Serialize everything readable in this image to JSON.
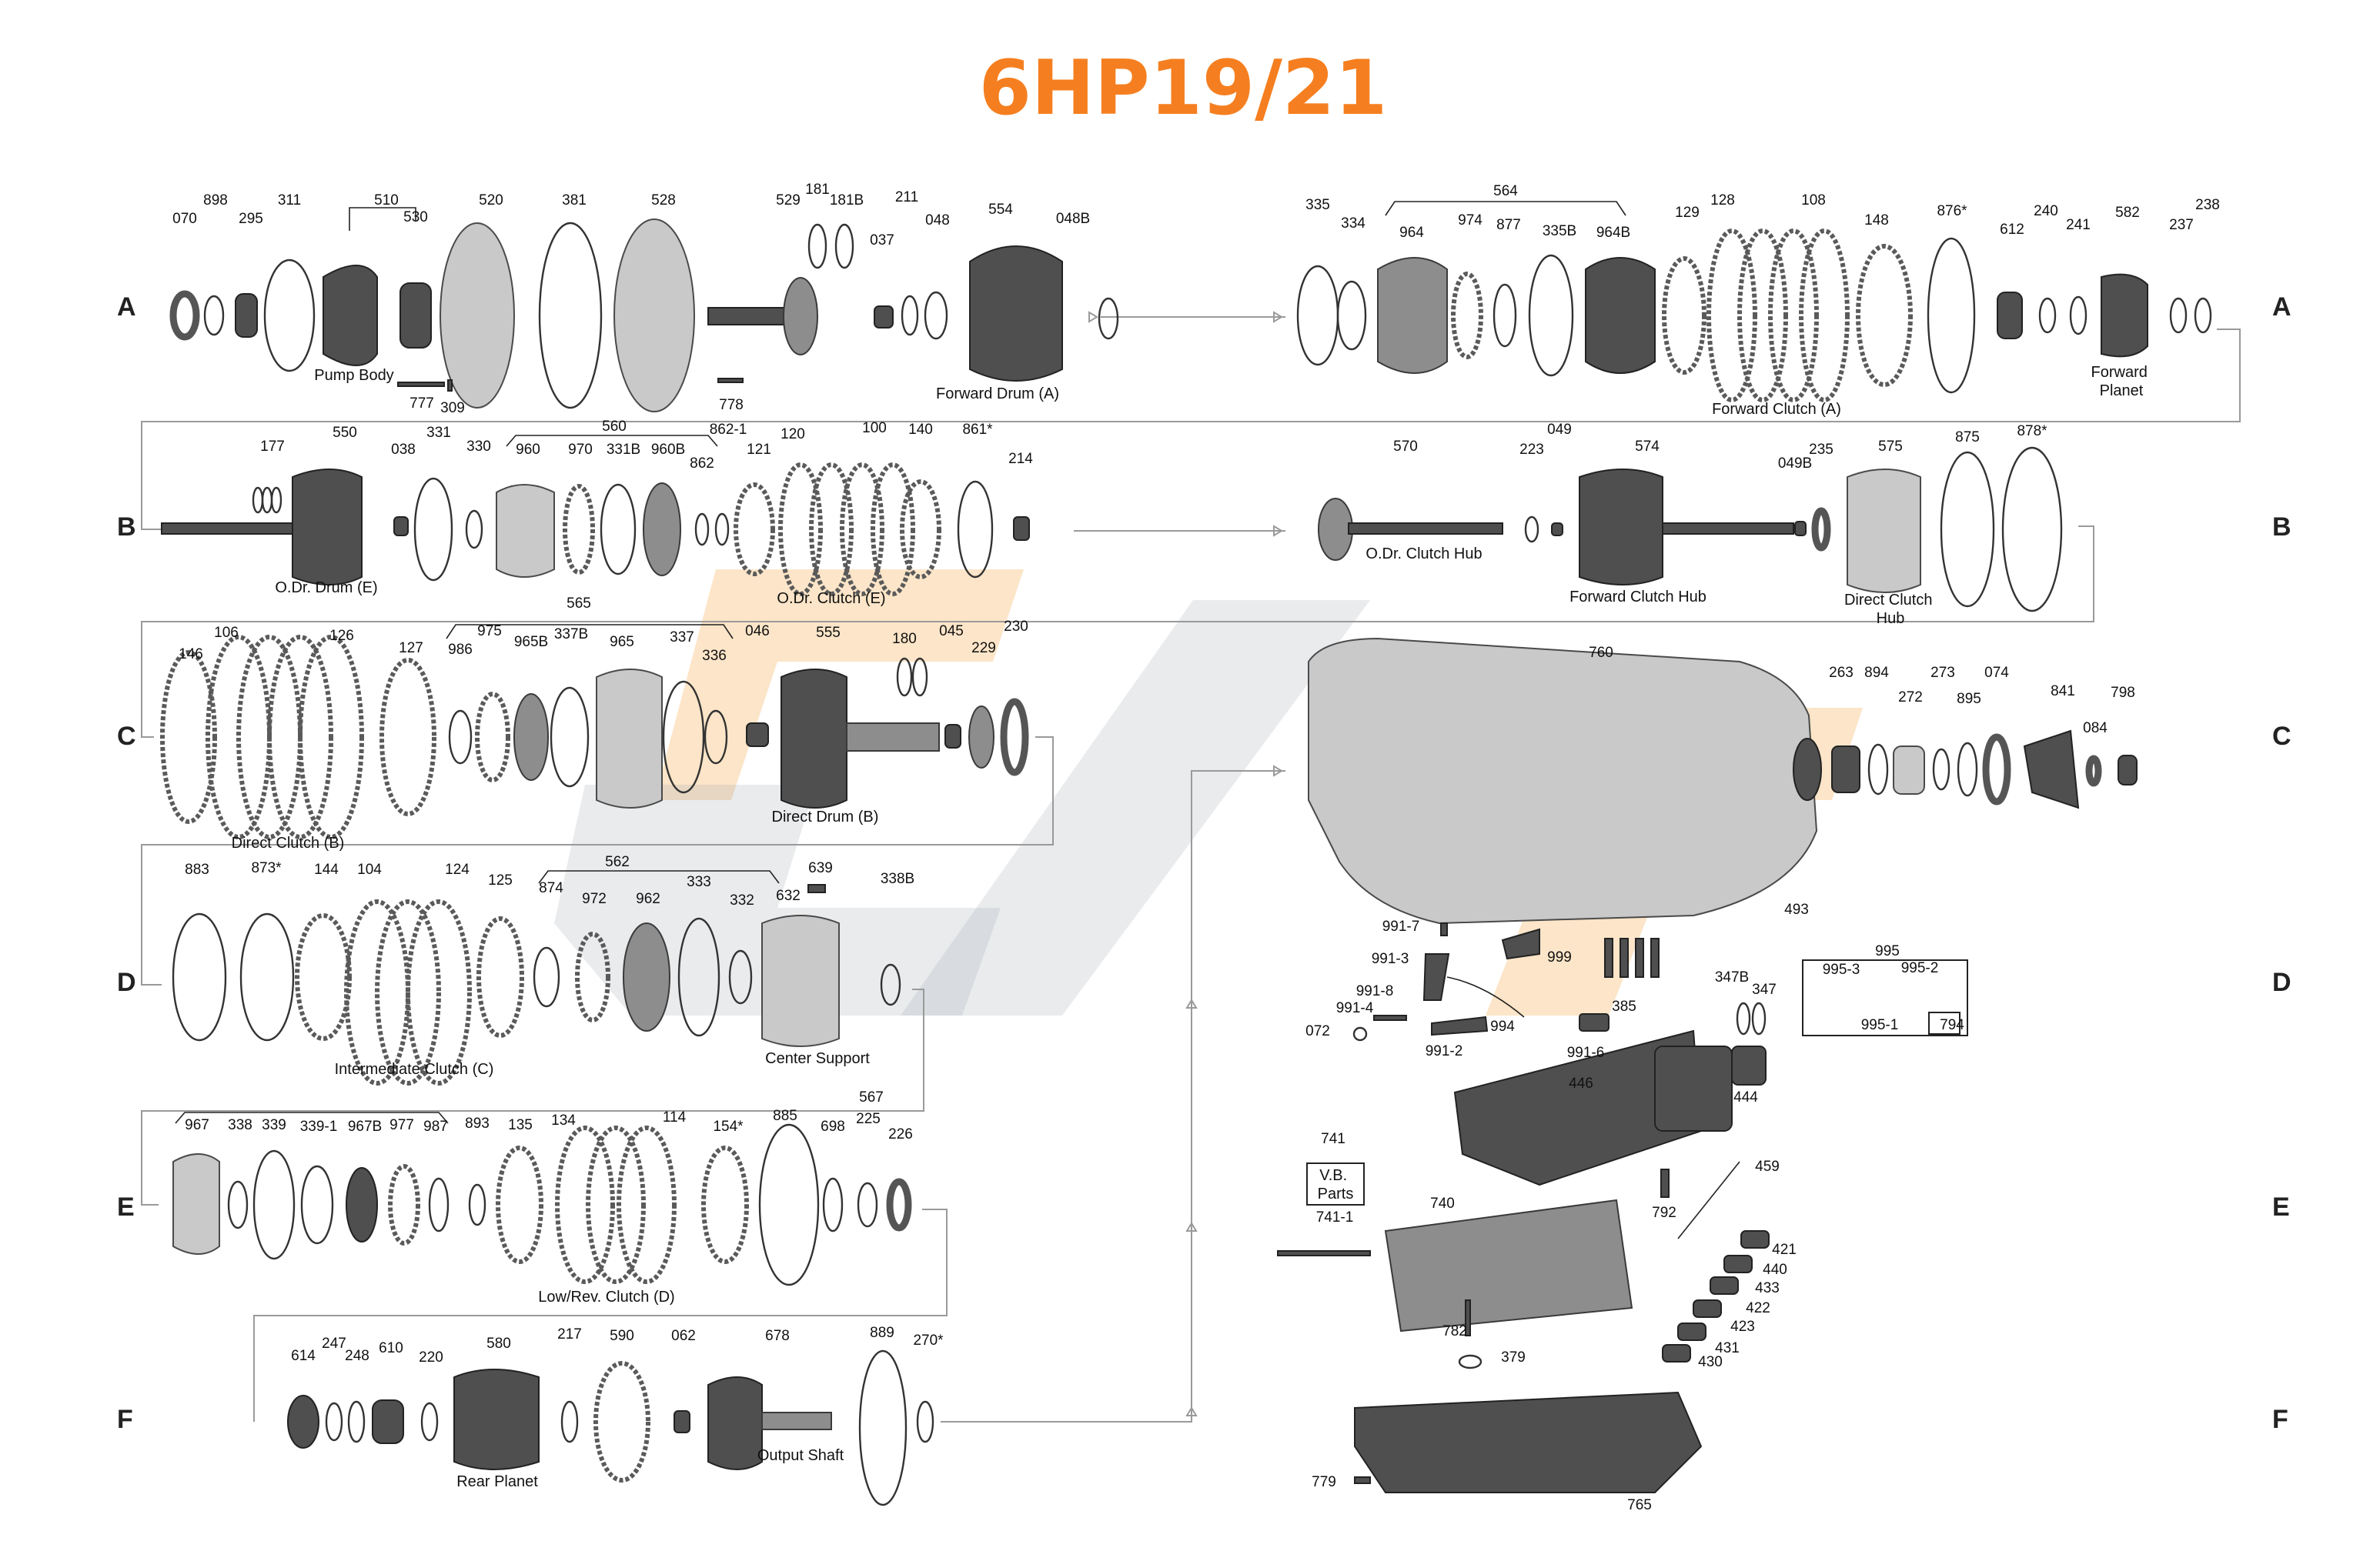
{
  "title": "6HP19/21",
  "rows": [
    "A",
    "B",
    "C",
    "D",
    "E",
    "F"
  ],
  "part_numbers": {
    "a": [
      "070",
      "898",
      "295",
      "311",
      "510",
      "530",
      "520",
      "381",
      "528",
      "529",
      "181",
      "181B",
      "211",
      "037",
      "048",
      "554",
      "048B",
      "777",
      "309",
      "778",
      "335",
      "564",
      "334",
      "964",
      "974",
      "877",
      "335B",
      "964B",
      "129",
      "128",
      "108",
      "148",
      "876*",
      "612",
      "240",
      "241",
      "582",
      "237",
      "238"
    ],
    "b": [
      "177",
      "550",
      "038",
      "331",
      "330",
      "560",
      "960",
      "970",
      "331B",
      "960B",
      "862-1",
      "862",
      "121",
      "120",
      "100",
      "140",
      "861*",
      "214",
      "570",
      "223",
      "049",
      "574",
      "049B",
      "235",
      "575",
      "875",
      "878*"
    ],
    "c": [
      "146",
      "106",
      "126",
      "127",
      "565",
      "986",
      "975",
      "965B",
      "337B",
      "965",
      "337",
      "336",
      "046",
      "555",
      "180",
      "045",
      "229",
      "230",
      "760",
      "263",
      "894",
      "272",
      "273",
      "895",
      "074",
      "841",
      "084",
      "798"
    ],
    "d": [
      "883",
      "873*",
      "144",
      "104",
      "124",
      "125",
      "562",
      "874",
      "972",
      "962",
      "333",
      "332",
      "639",
      "632",
      "338B",
      "991-7",
      "991-3",
      "999",
      "385",
      "347B",
      "347",
      "995",
      "995-3",
      "995-2",
      "995-1",
      "794",
      "991-8",
      "991-4",
      "072",
      "994",
      "991-2",
      "991-6",
      "444",
      "493"
    ],
    "e": [
      "567",
      "967",
      "338",
      "339",
      "339-1",
      "967B",
      "977",
      "987",
      "893",
      "135",
      "134",
      "114",
      "154*",
      "885",
      "698",
      "225",
      "226",
      "446",
      "741",
      "741-1",
      "740",
      "459",
      "792",
      "421",
      "440",
      "433",
      "422",
      "423",
      "431",
      "430"
    ],
    "f": [
      "614",
      "247",
      "248",
      "610",
      "220",
      "580",
      "217",
      "590",
      "062",
      "678",
      "889",
      "270*",
      "782",
      "379",
      "779",
      "765"
    ]
  },
  "labels": {
    "pump_body": "Pump Body",
    "forward_drum": "Forward Drum (A)",
    "forward_clutch": "Forward Clutch (A)",
    "forward_planet": "Forward\nPlanet",
    "odr_drum": "O.Dr. Drum (E)",
    "odr_clutch": "O.Dr. Clutch (E)",
    "odr_clutch_hub": "O.Dr. Clutch Hub",
    "forward_clutch_hub": "Forward Clutch Hub",
    "direct_clutch_hub": "Direct Clutch\nHub",
    "direct_clutch": "Direct Clutch (B)",
    "direct_drum": "Direct Drum (B)",
    "intermediate_clutch": "Intermediate Clutch (C)",
    "center_support": "Center Support",
    "low_rev_clutch": "Low/Rev. Clutch (D)",
    "rear_planet": "Rear Planet",
    "output_shaft": "Output Shaft",
    "vb_parts": "V.B.\nParts"
  },
  "colors": {
    "title": "#f57f20",
    "watermark_orange": "#f5a94a",
    "watermark_gray": "#9aa3ad",
    "flow_line": "#9a9a9a"
  }
}
